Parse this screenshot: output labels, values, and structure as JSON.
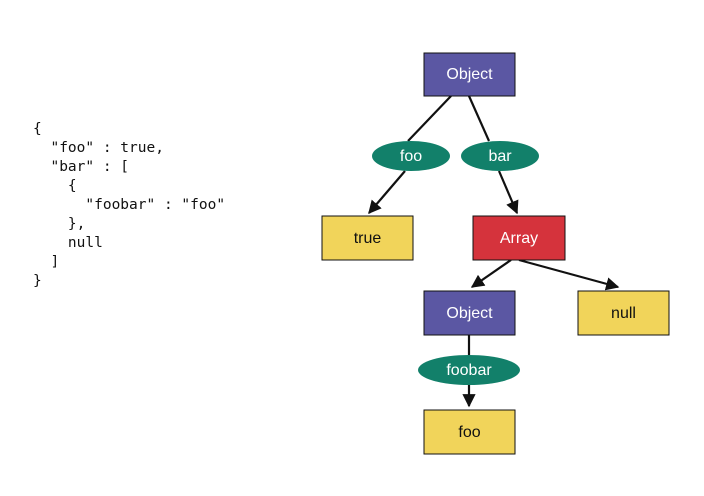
{
  "code": {
    "lines": [
      "{",
      "  \"foo\" : true,",
      "  \"bar\" : [",
      "    {",
      "      \"foobar\" : \"foo\"",
      "    },",
      "    null",
      "  ]",
      "}"
    ]
  },
  "tree": {
    "root": {
      "label": "Object",
      "color": "#5b57a3"
    },
    "keys": {
      "foo": {
        "label": "foo",
        "color": "#12806a"
      },
      "bar": {
        "label": "bar",
        "color": "#12806a"
      },
      "foobar": {
        "label": "foobar",
        "color": "#12806a"
      }
    },
    "values": {
      "true": {
        "label": "true",
        "color": "#f1d45a"
      },
      "array": {
        "label": "Array",
        "color": "#d5333c"
      },
      "inner_object": {
        "label": "Object",
        "color": "#5b57a3"
      },
      "null": {
        "label": "null",
        "color": "#f1d45a"
      },
      "foo_value": {
        "label": "foo",
        "color": "#f1d45a"
      }
    }
  }
}
